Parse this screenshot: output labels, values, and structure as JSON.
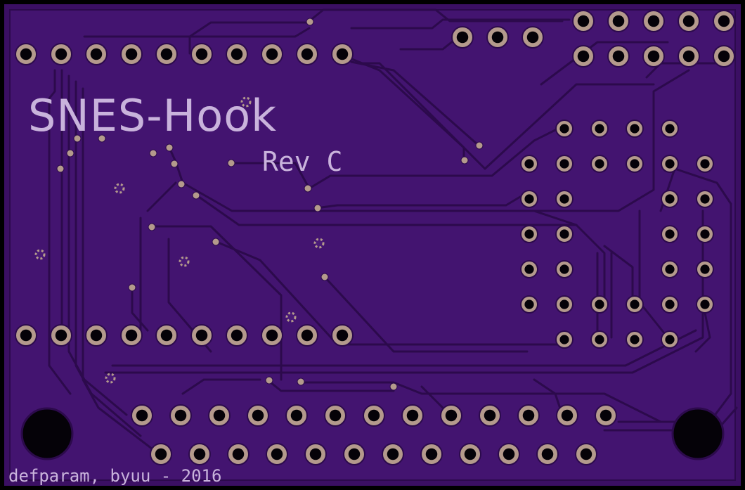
{
  "board": {
    "title": "SNES-Hook",
    "revision": "Rev C",
    "credit": "defparam, byuu - 2016"
  },
  "colors": {
    "edge": "#000000",
    "substrate": "#3b0f63",
    "copper": "#4a1a78",
    "trace": "#2c0a4c",
    "pad_ring": "#b49a8c",
    "silkscreen": "#c9b3dc",
    "drill": "#050208"
  }
}
